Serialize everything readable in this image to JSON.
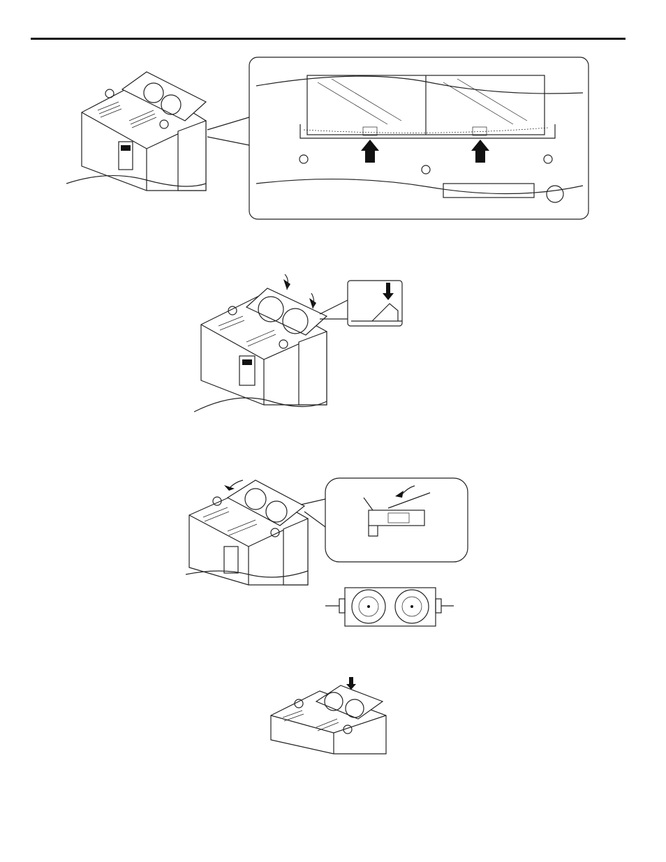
{
  "document": {
    "figures": [
      {
        "id": "fig-1",
        "icon": "fan-guard-tabs-diagram"
      },
      {
        "id": "fig-2",
        "icon": "fan-insert-diagram"
      },
      {
        "id": "fig-3",
        "icon": "fan-guard-lever-diagram"
      },
      {
        "id": "fig-4",
        "icon": "fan-guard-top-view-diagram"
      },
      {
        "id": "fig-5",
        "icon": "fan-cover-press-diagram"
      }
    ],
    "colors": {
      "line": "#222222",
      "background": "#ffffff"
    }
  }
}
